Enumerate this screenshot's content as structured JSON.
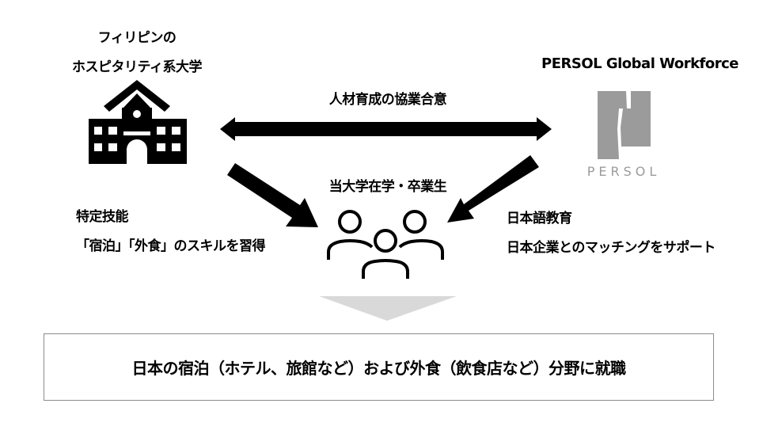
{
  "university": {
    "title_line1": "フィリピンの",
    "title_line2": "ホスピタリティ系大学",
    "icon": "school-building-icon"
  },
  "partner": {
    "title": "PERSOL Global Workforce",
    "logo_text": "PERSOL",
    "logo_color": "#9b9b9b",
    "icon": "persol-logo-icon"
  },
  "agreement": {
    "label": "人材育成の協業合意",
    "icon": "double-arrow-icon"
  },
  "students": {
    "label": "当大学在学・卒業生",
    "icon": "people-group-icon"
  },
  "university_contribution": {
    "line1": "特定技能",
    "line2": "「宿泊」「外食」のスキルを習得"
  },
  "partner_contribution": {
    "line1": "日本語教育",
    "line2": "日本企業とのマッチングをサポート"
  },
  "outcome": {
    "text": "日本の宿泊（ホテル、旅館など）および外食（飲食店など）分野に就職",
    "arrow_color": "#d9d9d9",
    "border_color": "#8c8c8c"
  }
}
